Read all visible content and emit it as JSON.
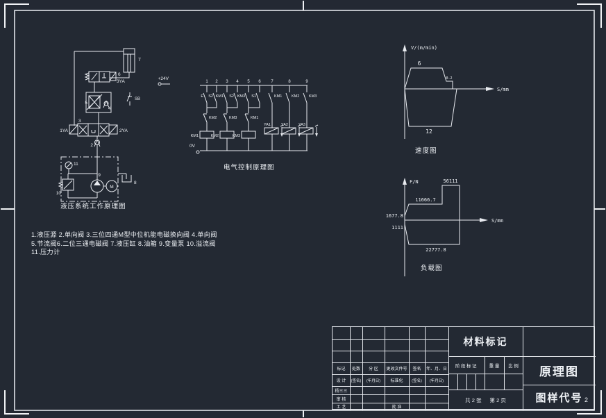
{
  "colors": {
    "background": "#232933",
    "line": "#e8ebf0",
    "text": "#eef1f5"
  },
  "sheet": {
    "page_digit": "2"
  },
  "hydraulic": {
    "caption": "液压系统工作原理图",
    "labels": {
      "cylinder": "7",
      "valve6": "6",
      "sol3": "3YA",
      "throttle": "5",
      "check4": "4",
      "valve3": "3",
      "sol1": "1YA",
      "sol2": "2YA",
      "check2": "2",
      "gauge": "11",
      "relief": "10",
      "pump": "9",
      "motor": "M",
      "tank": "8",
      "button": "SB"
    }
  },
  "electrical": {
    "caption": "电气控制原理图",
    "power_positive": "+24V",
    "power_negative": "0V",
    "wire_numbers": [
      "1",
      "2",
      "3",
      "4",
      "5",
      "6",
      "7",
      "8",
      "9"
    ],
    "top_contacts": [
      "E",
      "S2",
      "KM1",
      "S2",
      "KM3",
      "S1",
      "KM1",
      "KM2",
      "KM3"
    ],
    "interlock_contacts": [
      "KM2",
      "KM3",
      "KM1"
    ],
    "coils": [
      "KM1",
      "KM2",
      "KM3"
    ],
    "solenoids": [
      "YA1",
      "YA2",
      "YA3"
    ]
  },
  "notes": {
    "line1": "1.液压源 2.单向阀 3.三位四通M型中位机能电磁换向阀 4.单向阀",
    "line2": "5.节流阀6.二位三通电磁阀 7.液压缸 8.油箱 9.变量泵 10.溢流阀",
    "line3": "11.压力计"
  },
  "chart_data": [
    {
      "type": "line",
      "title": "速度图",
      "ylabel": "V/(m/min)",
      "xlabel": "S/mm",
      "point_labels": {
        "fast_forward": "6",
        "work_feed": "0.2",
        "fast_return": "12"
      },
      "values": {
        "fast_forward_m_per_min": 6,
        "work_feed_m_per_min": 0.2,
        "fast_return_m_per_min": 12
      },
      "layout": "trapezoid above axis (forward speed), trapezoid below axis (return speed)"
    },
    {
      "type": "line",
      "title": "负载图",
      "ylabel": "F/N",
      "xlabel": "S/mm",
      "point_labels": {
        "start": "1677.8",
        "feed": "11666.7",
        "peak": "56111",
        "return_start": "1111",
        "return_load": "22777.8"
      },
      "values": {
        "start_N": 1677.8,
        "feed_N": 11666.7,
        "peak_N": 56111,
        "return_start_N": 1111,
        "return_N": 22777.8
      },
      "layout": "stepped load profile above axis, return load rectangle below axis"
    }
  ],
  "title_block": {
    "material_mark": "材料标记",
    "drawing_title": "原理图",
    "drawing_code": "图样代号",
    "rev_headers": [
      "标记",
      "处数",
      "分 区",
      "更改文件号",
      "签名",
      "年、月、日"
    ],
    "sign_headers": [
      "设 计",
      "(签名)",
      "(年月日)",
      "标准化",
      "(签名)",
      "(年月日)"
    ],
    "designer_name": "杨三三",
    "row_review": "审 核",
    "row_process": "工 艺",
    "row_approve": "批 准",
    "stage_mark": "阶段标记",
    "weight": "重 量",
    "scale": "比 例",
    "sheet_total": "共 2 张",
    "sheet_number": "第 2 页"
  }
}
